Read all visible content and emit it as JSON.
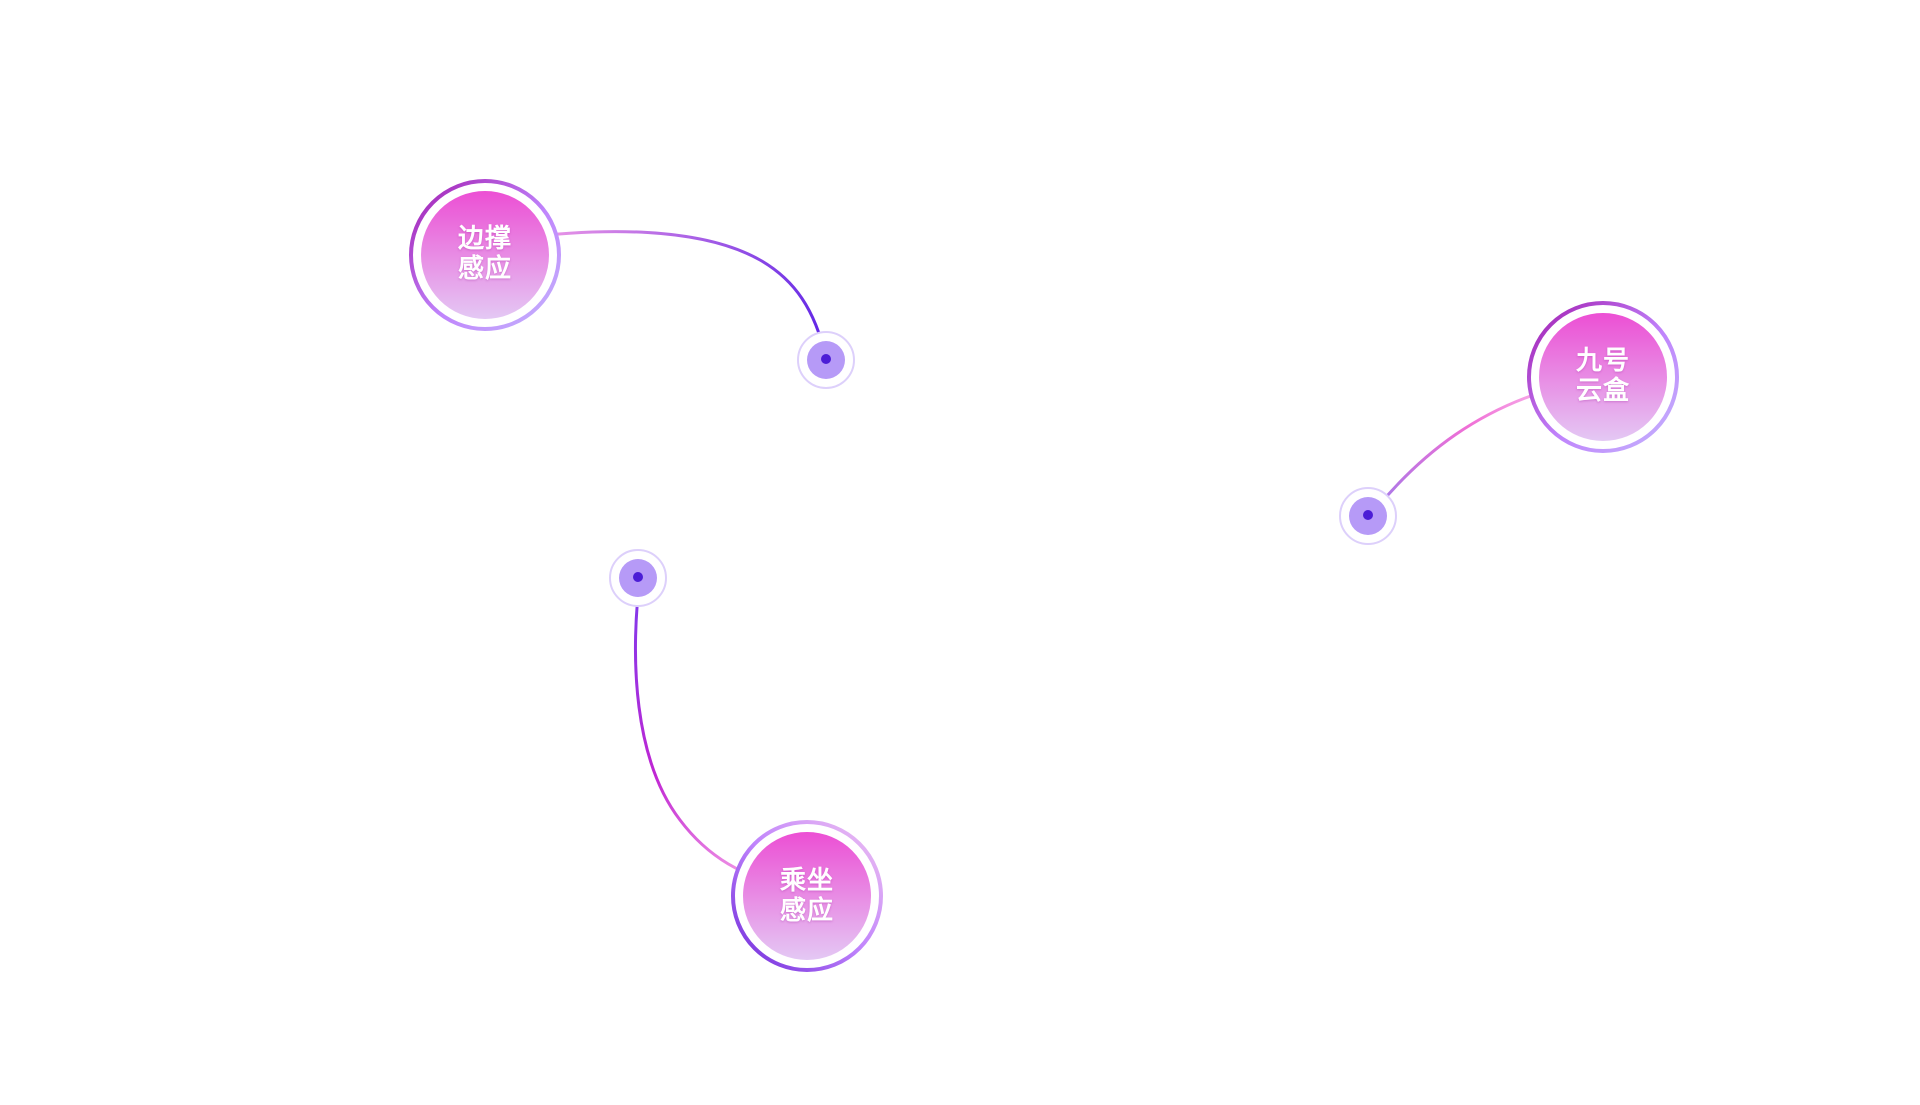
{
  "colors": {
    "ring_dark": "#a21caf",
    "ring_light": "#c4b5fd",
    "node_fill_top": "#ec4fd4",
    "node_fill_bottom": "#e4c8f4",
    "connector_pink": "#f47ee0",
    "connector_purple": "#6d28d9",
    "anchor_fill": "#b69af7",
    "anchor_center": "#4c1dd6"
  },
  "features": [
    {
      "id": "edge-support",
      "label_line1": "边撑",
      "label_line2": "感应",
      "icon": "sensor-node"
    },
    {
      "id": "ride-sense",
      "label_line1": "乘坐",
      "label_line2": "感应",
      "icon": "sensor-node"
    },
    {
      "id": "cloud-box",
      "label_line1": "九号",
      "label_line2": "云盒",
      "icon": "sensor-node"
    }
  ]
}
